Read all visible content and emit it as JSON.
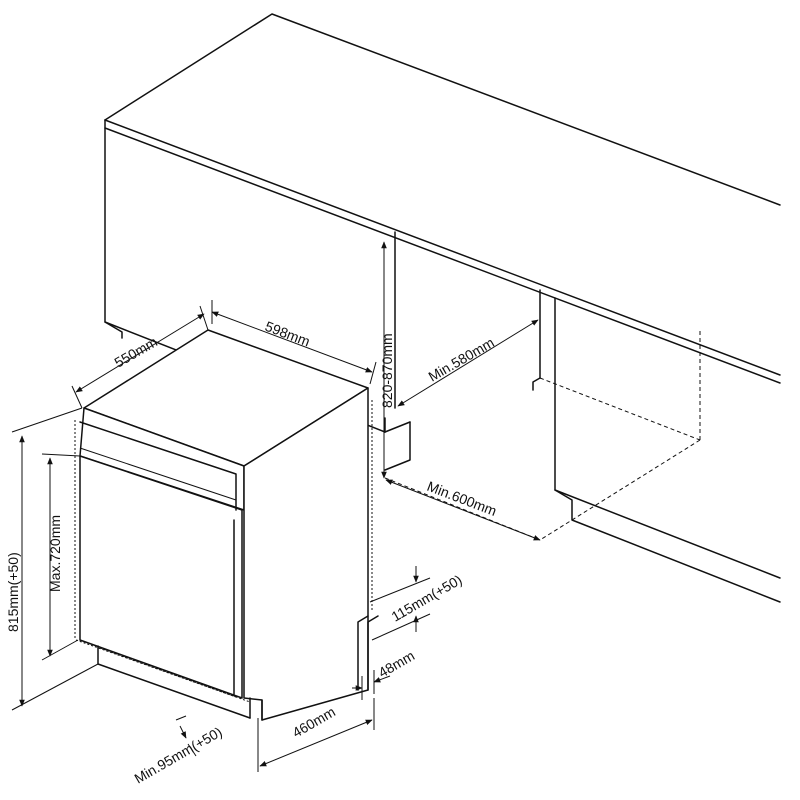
{
  "dimensions": {
    "depth": "550mm",
    "width": "598mm",
    "cabinet_height": "820-870mm",
    "min_depth": "Min.580mm",
    "min_width": "Min.600mm",
    "total_height": "815mm(+50)",
    "door_height": "Max.720mm",
    "plinth_height": "115mm(+50)",
    "plinth_offset": "48mm",
    "door_depth": "460mm",
    "min_plinth": "Min.95mm(+50)"
  }
}
